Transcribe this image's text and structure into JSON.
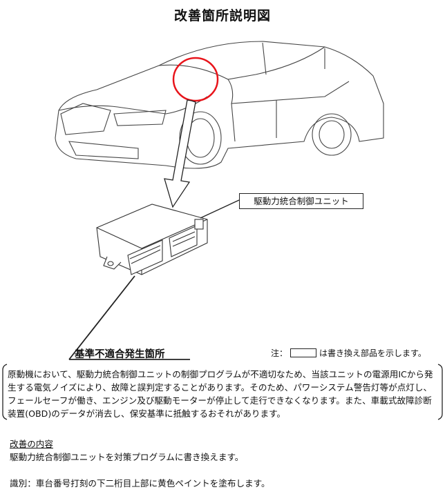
{
  "title": "改善箇所説明図",
  "unit_label": "駆動力統合制御ユニット",
  "defect_location_label": "基準不適合発生箇所",
  "note": {
    "prefix": "注：",
    "suffix": "は書き換え部品を示します。"
  },
  "description": "原動機において、駆動力統合制御ユニットの制御プログラムが不適切なため、当該ユニットの電源用ICから発生する電気ノイズにより、故障と誤判定することがあります。そのため、パワーシステム警告灯等が点灯し、フェールセーフが働き、エンジン及び駆動モーターが停止して走行できなくなります。また、車載式故障診断装置(OBD)のデータが消去し、保安基準に抵触するおそれがあります。",
  "improvement": {
    "heading": "改善の内容",
    "body": "駆動力統合制御ユニットを対策プログラムに書き換えます。"
  },
  "identification": "識別：車台番号打刻の下二桁目上部に黄色ペイントを塗布します。",
  "colors": {
    "highlight": "#e8141b",
    "line": "#222222"
  }
}
